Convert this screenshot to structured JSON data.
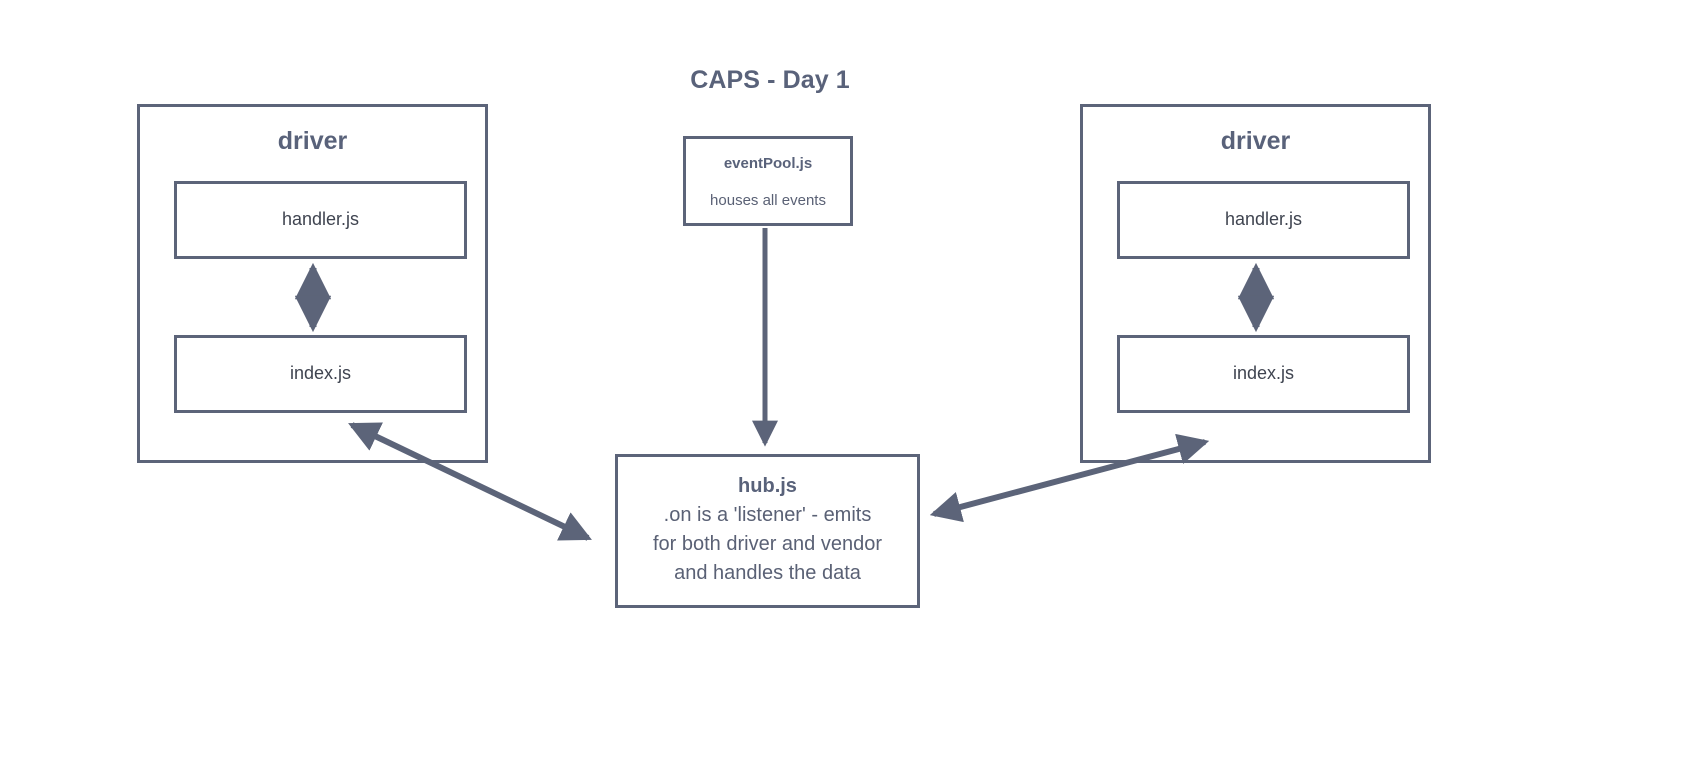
{
  "title": "CAPS - Day 1",
  "theme": {
    "stroke": "#5c6479",
    "heading_text": "#59627a",
    "body_text": "#3f4450",
    "background": "#ffffff"
  },
  "groups": [
    {
      "id": "driver-left",
      "title": "driver",
      "modules": [
        {
          "label": "handler.js"
        },
        {
          "label": "index.js"
        }
      ],
      "internal_connector": "bidirectional-vertical-arrow"
    },
    {
      "id": "driver-right",
      "title": "driver",
      "modules": [
        {
          "label": "handler.js"
        },
        {
          "label": "index.js"
        }
      ],
      "internal_connector": "bidirectional-vertical-arrow"
    }
  ],
  "event_pool": {
    "title": "eventPool.js",
    "subtitle": "houses all events"
  },
  "hub": {
    "title": "hub.js",
    "lines": [
      ".on is a 'listener' - emits",
      "for both driver and vendor",
      "and handles the data"
    ]
  },
  "connectors": [
    {
      "name": "eventpool-to-hub",
      "type": "single-arrow",
      "direction": "down",
      "from": "eventPool.js",
      "to": "hub.js"
    },
    {
      "name": "left-driver-to-hub",
      "type": "double-arrow",
      "from": "driver (left)",
      "to": "hub.js"
    },
    {
      "name": "right-driver-to-hub",
      "type": "double-arrow",
      "from": "driver (right)",
      "to": "hub.js"
    }
  ]
}
